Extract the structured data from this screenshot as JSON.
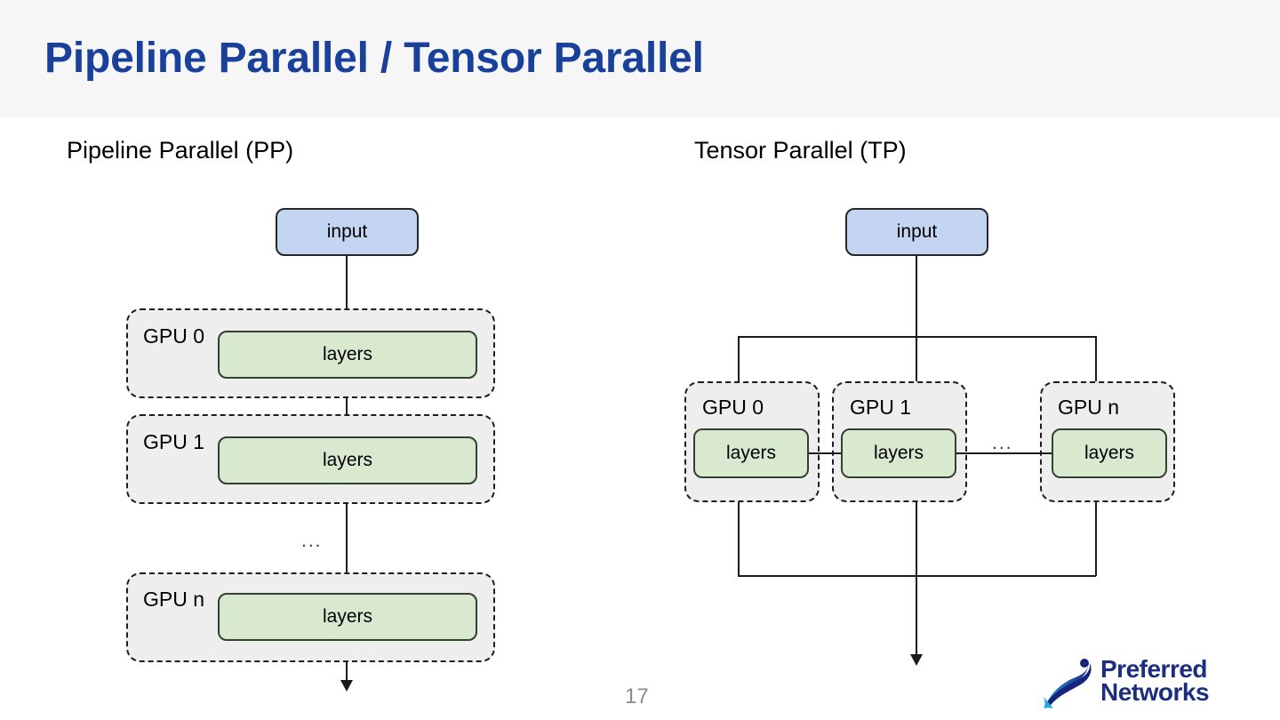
{
  "slide": {
    "title": "Pipeline Parallel / Tensor Parallel",
    "page_number": "17",
    "title_color": "#19409a",
    "header_bg": "#f6f6f6",
    "background": "#ffffff"
  },
  "palette": {
    "input_fill": "#c3d5f0",
    "input_stroke": "#23262b",
    "layers_fill": "#d8e9d0",
    "layers_stroke": "#32402f",
    "gpu_group_fill": "#eeeeee",
    "gpu_group_stroke": "#1d1d1d",
    "edge": "#1b1b1b",
    "page_number_color": "#8a8a8a",
    "logo_navy": "#1b2e80",
    "logo_cyan": "#29a8e0"
  },
  "pipeline_parallel": {
    "heading": "Pipeline Parallel (PP)",
    "input_label": "input",
    "ellipsis": "...",
    "gpus": [
      {
        "name": "GPU 0",
        "layers_label": "layers"
      },
      {
        "name": "GPU 1",
        "layers_label": "layers"
      },
      {
        "name": "GPU n",
        "layers_label": "layers"
      }
    ]
  },
  "tensor_parallel": {
    "heading": "Tensor Parallel (TP)",
    "input_label": "input",
    "ellipsis": "...",
    "gpus": [
      {
        "name": "GPU 0",
        "layers_label": "layers"
      },
      {
        "name": "GPU 1",
        "layers_label": "layers"
      },
      {
        "name": "GPU n",
        "layers_label": "layers"
      }
    ]
  },
  "logo": {
    "line1": "Preferred",
    "line2": "Networks"
  }
}
